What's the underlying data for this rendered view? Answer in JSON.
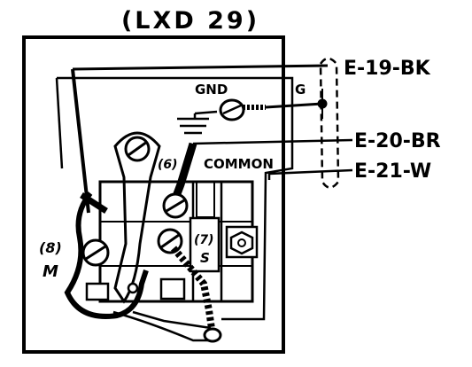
{
  "title": "(LXD 29)",
  "labels": {
    "gnd": "GND",
    "g": "G",
    "common": "COMMON",
    "terminal_6": "(6)",
    "terminal_8": "(8)",
    "terminal_m": "M",
    "terminal_7": "(7)",
    "terminal_s": "S"
  },
  "wires": [
    {
      "label": "E-19-BK"
    },
    {
      "label": "E-20-BR"
    },
    {
      "label": "E-21-W"
    }
  ],
  "colors": {
    "ink": "#000000",
    "paper": "#ffffff"
  }
}
